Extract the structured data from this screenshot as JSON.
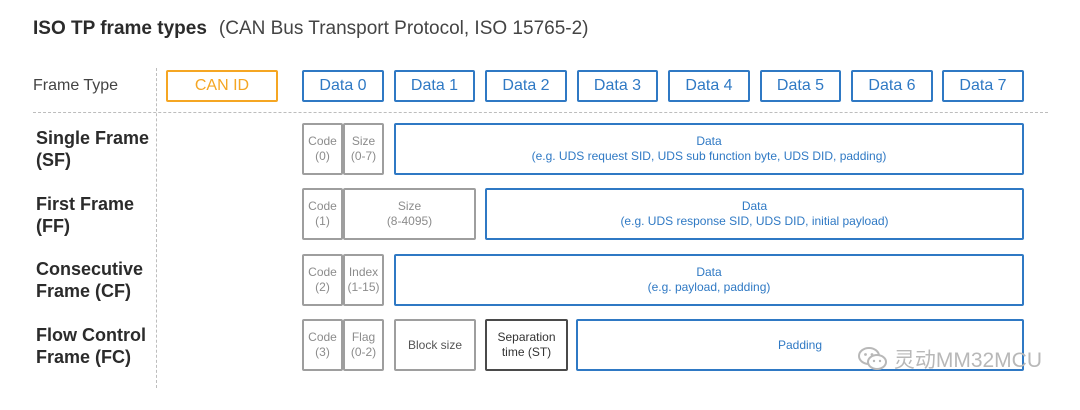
{
  "title": {
    "main": "ISO TP frame types",
    "sub": "(CAN Bus Transport Protocol, ISO 15765-2)"
  },
  "header": {
    "label": "Frame Type",
    "can_id": "CAN ID",
    "data_bytes": [
      "Data 0",
      "Data 1",
      "Data 2",
      "Data 3",
      "Data 4",
      "Data 5",
      "Data 6",
      "Data 7"
    ]
  },
  "rows": {
    "sf": {
      "label_1": "Single Frame",
      "label_2": "(SF)",
      "code": "Code",
      "code_val": "(0)",
      "size": "Size",
      "size_val": "(0-7)",
      "data": "Data",
      "data_note": "(e.g. UDS request SID, UDS sub function byte, UDS DID, padding)"
    },
    "ff": {
      "label_1": "First Frame",
      "label_2": "(FF)",
      "code": "Code",
      "code_val": "(1)",
      "size": "Size",
      "size_val": "(8-4095)",
      "data": "Data",
      "data_note": "(e.g. UDS response SID, UDS DID, initial payload)"
    },
    "cf": {
      "label_1": "Consecutive",
      "label_2": "Frame (CF)",
      "code": "Code",
      "code_val": "(2)",
      "index": "Index",
      "index_val": "(1-15)",
      "data": "Data",
      "data_note": "(e.g. payload, padding)"
    },
    "fc": {
      "label_1": "Flow Control",
      "label_2": "Frame (FC)",
      "code": "Code",
      "code_val": "(3)",
      "flag": "Flag",
      "flag_val": "(0-2)",
      "block_size": "Block size",
      "st_1": "Separation",
      "st_2": "time (ST)",
      "padding": "Padding"
    }
  },
  "watermark": {
    "text": "灵动MM32MCU",
    "icon": "wechat-icon"
  },
  "colors": {
    "blue": "#2f79c4",
    "orange": "#f5a623",
    "gray": "#9e9e9e",
    "dark": "#4a4a4a"
  }
}
